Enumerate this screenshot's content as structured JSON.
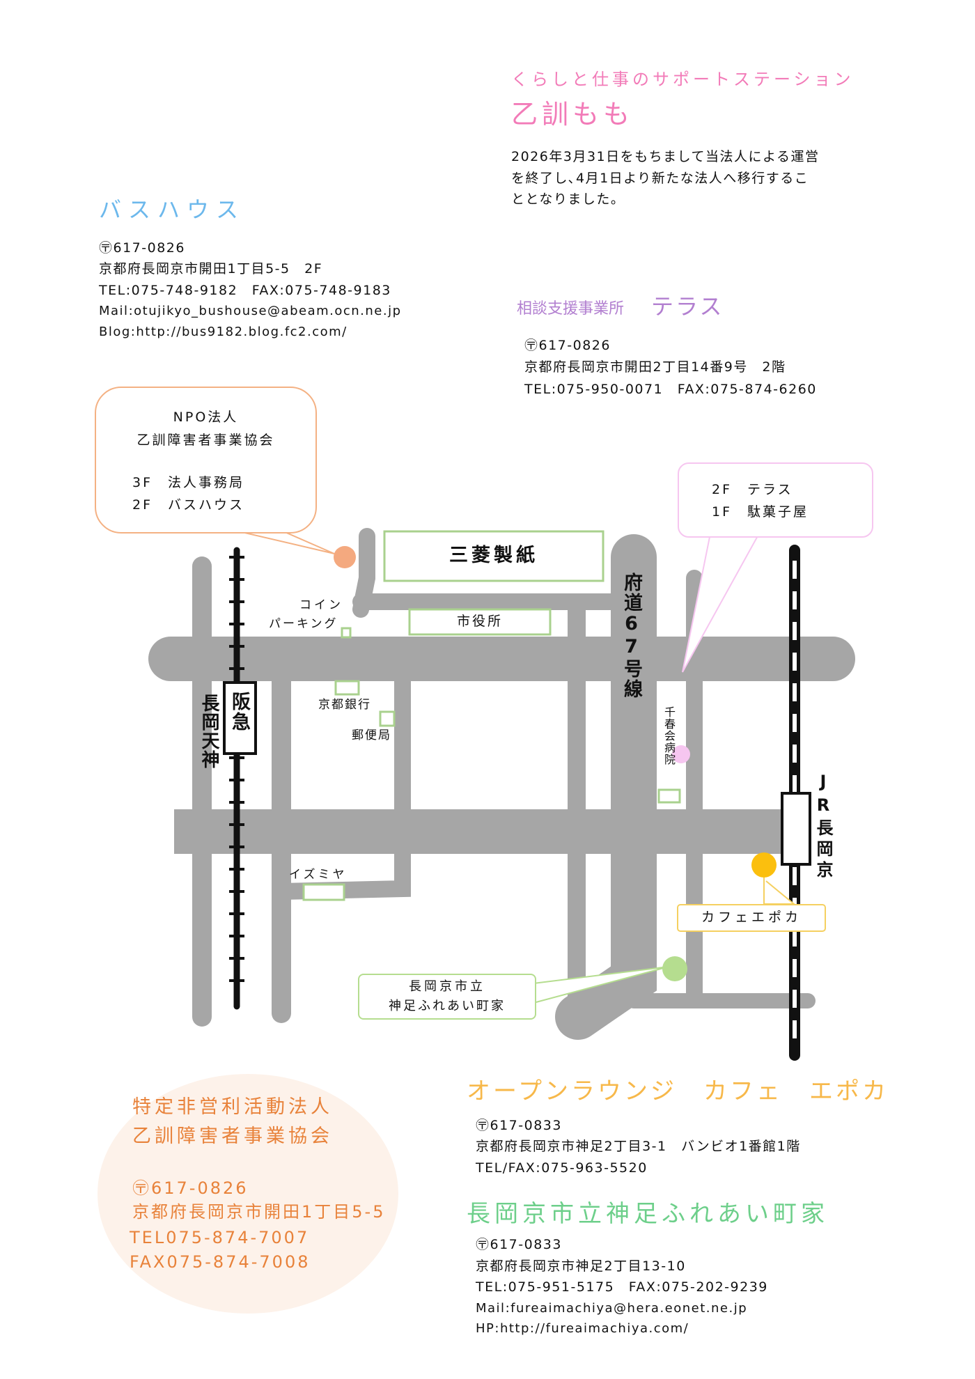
{
  "momo": {
    "subtitle": "くらしと仕事のサポートステーション",
    "title": "乙訓もも",
    "notice": [
      "2026年3月31日をもちまして当法人による運営",
      "を終了し､4月1日より新たな法人へ移行するこ",
      "ととなりました。"
    ]
  },
  "bushouse": {
    "title": "バスハウス",
    "lines": [
      "〶617-0826",
      "京都府長岡京市開田1丁目5-5　2F",
      "TEL:075-748-9182　FAX:075-748-9183",
      "Mail:otujikyo_bushouse@abeam.ocn.ne.jp",
      "Blog:http://bus9182.blog.fc2.com/"
    ]
  },
  "terrace": {
    "prefix": "相談支援事業所",
    "title": "テラス",
    "lines": [
      "〶617-0826",
      "京都府長岡京市開田2丁目14番9号　2階",
      "TEL:075-950-0071　FAX:075-874-6260"
    ]
  },
  "npo_bubble": {
    "lines": [
      "NPO法人",
      "乙訓障害者事業協会",
      "3F　法人事務局",
      "2F　バスハウス"
    ]
  },
  "terrace_bubble": {
    "lines": [
      "2F　テラス",
      "1F　駄菓子屋"
    ]
  },
  "map": {
    "mitsubishi": "三菱製紙",
    "city_hall": "市役所",
    "coin_parking": [
      "コイン",
      "パーキング"
    ],
    "kyoto_bank": "京都銀行",
    "post_office": "郵便局",
    "hospital": "千春会病院",
    "izumiya": "イズミヤ",
    "route67": "府道67号線",
    "hankyu": "阪急",
    "hankyu_station": "長岡天神",
    "jr_station": "JR長岡京",
    "cafe_label": "カフェエポカ",
    "fureai_label": [
      "長岡京市立",
      "神足ふれあい町家"
    ],
    "colors": {
      "road": "#a6a6a6",
      "building": "#a9d18e",
      "npo": "#f4a97f",
      "cafe": "#fbbf0e",
      "fureai": "#b5dd8f",
      "hospital": "#f6c6f0"
    }
  },
  "npo_info": {
    "title": [
      "特定非営利活動法人",
      "乙訓障害者事業協会"
    ],
    "lines": [
      "〶617-0826",
      "京都府長岡京市開田1丁目5-5",
      "TEL075-874-7007",
      "FAX075-874-7008"
    ]
  },
  "cafe": {
    "title": "オープンラウンジ　カフェ　エポカ",
    "lines": [
      "〶617-0833",
      "京都府長岡京市神足2丁目3-1　バンビオ1番館1階",
      "TEL/FAX:075-963-5520"
    ]
  },
  "fureai": {
    "title": "長岡京市立神足ふれあい町家",
    "lines": [
      "〶617-0833",
      "京都府長岡京市神足2丁目13-10",
      "TEL:075-951-5175　FAX:075-202-9239",
      "Mail:fureaimachiya@hera.eonet.ne.jp",
      "HP:http://fureaimachiya.com/"
    ]
  }
}
